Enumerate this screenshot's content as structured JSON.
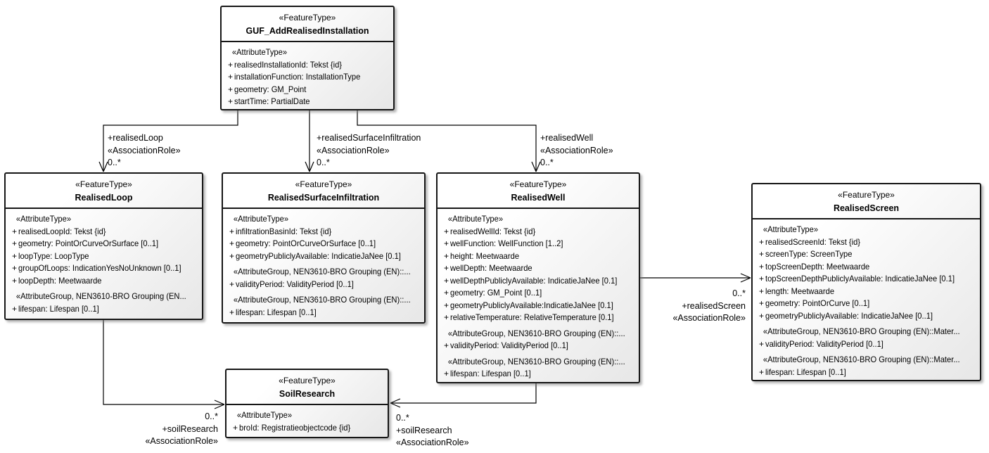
{
  "classes": {
    "guf": {
      "stereotype": "«FeatureType»",
      "name": "GUF_AddRealisedInstallation",
      "sections": [
        {
          "header": "«AttributeType»",
          "attrs": [
            {
              "vis": "+",
              "text": "realisedInstallationId: Tekst {id}"
            },
            {
              "vis": "+",
              "text": "installationFunction: InstallationType"
            },
            {
              "vis": "+",
              "text": "geometry: GM_Point"
            },
            {
              "vis": "+",
              "text": "startTime: PartialDate"
            }
          ]
        }
      ]
    },
    "loop": {
      "stereotype": "«FeatureType»",
      "name": "RealisedLoop",
      "sections": [
        {
          "header": "«AttributeType»",
          "attrs": [
            {
              "vis": "+",
              "text": "realisedLoopId: Tekst {id}"
            },
            {
              "vis": "+",
              "text": "geometry: PointOrCurveOrSurface [0..1]"
            },
            {
              "vis": "+",
              "text": "loopType: LoopType"
            },
            {
              "vis": "+",
              "text": "groupOfLoops: IndicationYesNoUnknown [0..1]"
            },
            {
              "vis": "+",
              "text": "loopDepth: Meetwaarde"
            }
          ]
        },
        {
          "header": "«AttributeGroup, NEN3610-BRO Grouping (EN...",
          "attrs": [
            {
              "vis": "+",
              "text": "lifespan: Lifespan [0..1]"
            }
          ]
        }
      ]
    },
    "rsi": {
      "stereotype": "«FeatureType»",
      "name": "RealisedSurfaceInfiltration",
      "sections": [
        {
          "header": "«AttributeType»",
          "attrs": [
            {
              "vis": "+",
              "text": "infiltrationBasinId: Tekst {id}"
            },
            {
              "vis": "+",
              "text": "geometry: PointOrCurveOrSurface [0..1]"
            },
            {
              "vis": "+",
              "text": "geometryPubliclyAvailable: IndicatieJaNee [0.1]"
            }
          ]
        },
        {
          "header": "«AttributeGroup, NEN3610-BRO Grouping (EN)::...",
          "attrs": [
            {
              "vis": "+",
              "text": "validityPeriod: ValidityPeriod [0..1]"
            }
          ]
        },
        {
          "header": "«AttributeGroup, NEN3610-BRO Grouping (EN)::...",
          "attrs": [
            {
              "vis": "+",
              "text": "lifespan: Lifespan [0..1]"
            }
          ]
        }
      ]
    },
    "well": {
      "stereotype": "«FeatureType»",
      "name": "RealisedWell",
      "sections": [
        {
          "header": "«AttributeType»",
          "attrs": [
            {
              "vis": "+",
              "text": "realisedWellId: Tekst {id}"
            },
            {
              "vis": "+",
              "text": "wellFunction: WellFunction [1..2]"
            },
            {
              "vis": "+",
              "text": "height: Meetwaarde"
            },
            {
              "vis": "+",
              "text": "wellDepth: Meetwaarde"
            },
            {
              "vis": "+",
              "text": "wellDepthPubliclyAvailable: IndicatieJaNee [0.1]"
            },
            {
              "vis": "+",
              "text": "geometry: GM_Point [0..1]"
            },
            {
              "vis": "+",
              "text": "geometryPubliclyAvailable:IndicatieJaNee [0.1]"
            },
            {
              "vis": "+",
              "text": "relativeTemperature: RelativeTemperature [0.1]"
            }
          ]
        },
        {
          "header": "«AttributeGroup, NEN3610-BRO Grouping (EN)::...",
          "attrs": [
            {
              "vis": "+",
              "text": "validityPeriod: ValidityPeriod [0..1]"
            }
          ]
        },
        {
          "header": "«AttributeGroup, NEN3610-BRO Grouping (EN)::...",
          "attrs": [
            {
              "vis": "+",
              "text": "lifespan: Lifespan [0..1]"
            }
          ]
        }
      ]
    },
    "screen": {
      "stereotype": "«FeatureType»",
      "name": "RealisedScreen",
      "sections": [
        {
          "header": "«AttributeType»",
          "attrs": [
            {
              "vis": "+",
              "text": "realisedScreenId: Tekst {id}"
            },
            {
              "vis": "+",
              "text": "screenType: ScreenType"
            },
            {
              "vis": "+",
              "text": "topScreenDepth: Meetwaarde"
            },
            {
              "vis": "+",
              "text": "topScreenDepthPubliclyAvailable: IndicatieJaNee [0.1]"
            },
            {
              "vis": "+",
              "text": "length: Meetwaarde"
            },
            {
              "vis": "+",
              "text": "geometry: PointOrCurve [0..1]"
            },
            {
              "vis": "+",
              "text": "geometryPubliclyAvailable: IndicatieJaNee [0..1]"
            }
          ]
        },
        {
          "header": "«AttributeGroup, NEN3610-BRO Grouping (EN)::Mater...",
          "attrs": [
            {
              "vis": "+",
              "text": "validityPeriod: ValidityPeriod [0..1]"
            }
          ]
        },
        {
          "header": "«AttributeGroup, NEN3610-BRO Grouping (EN)::Mater...",
          "attrs": [
            {
              "vis": "+",
              "text": "lifespan: Lifespan [0..1]"
            }
          ]
        }
      ]
    },
    "soil": {
      "stereotype": "«FeatureType»",
      "name": "SoilResearch",
      "sections": [
        {
          "header": "«AttributeType»",
          "attrs": [
            {
              "vis": "+",
              "text": "broId: Registratieobjectcode {id}"
            }
          ]
        }
      ]
    }
  },
  "associations": {
    "realisedLoop": {
      "role": "+realisedLoop",
      "stereotype": "«AssociationRole»",
      "multiplicity": "0..*"
    },
    "realisedSurfaceInfiltration": {
      "role": "+realisedSurfaceInfiltration",
      "stereotype": "«AssociationRole»",
      "multiplicity": "0..*"
    },
    "realisedWell": {
      "role": "+realisedWell",
      "stereotype": "«AssociationRole»",
      "multiplicity": "0..*"
    },
    "realisedScreen": {
      "role": "+realisedScreen",
      "stereotype": "«AssociationRole»",
      "multiplicity": "0..*"
    },
    "soilResearchLeft": {
      "role": "+soilResearch",
      "stereotype": "«AssociationRole»",
      "multiplicity": "0..*"
    },
    "soilResearchRight": {
      "role": "+soilResearch",
      "stereotype": "«AssociationRole»",
      "multiplicity": "0..*"
    }
  }
}
